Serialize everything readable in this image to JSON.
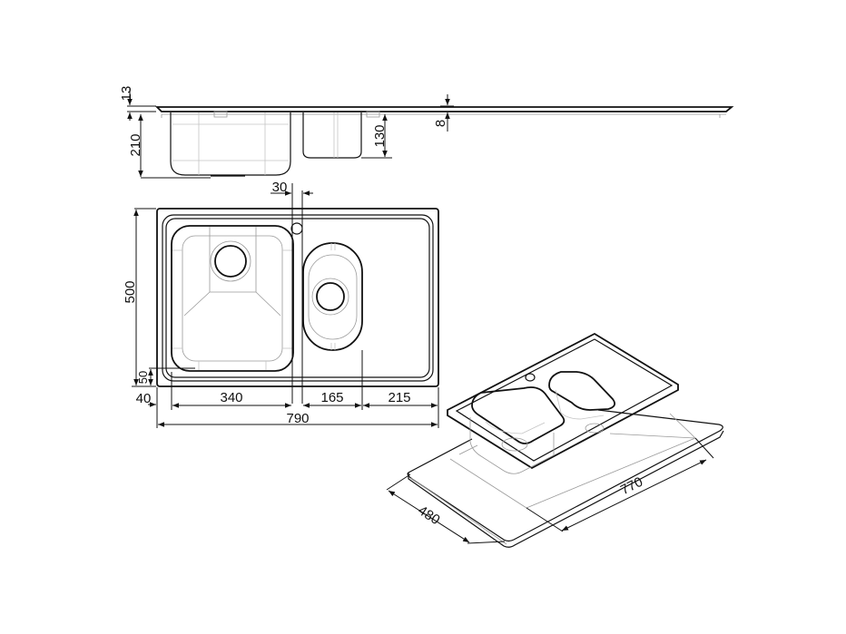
{
  "drawing": {
    "subject": "Double bowl inset kitchen sink technical drawing",
    "line_color": "#111111",
    "background": "#ffffff"
  },
  "side_view": {
    "dimensions": {
      "rim_thickness": "13",
      "large_bowl_depth": "210",
      "small_bowl_depth": "130",
      "right_edge_offset": "8"
    }
  },
  "top_view": {
    "dimensions": {
      "tap_hole_offset": "30",
      "overall_depth": "500",
      "bowl_front_margin": "50",
      "left_margin": "40",
      "large_bowl_width": "340",
      "small_bowl_width": "165",
      "drainer_width": "215",
      "overall_width": "790"
    }
  },
  "cutout_view": {
    "dimensions": {
      "cutout_depth": "480",
      "cutout_width": "770"
    }
  }
}
